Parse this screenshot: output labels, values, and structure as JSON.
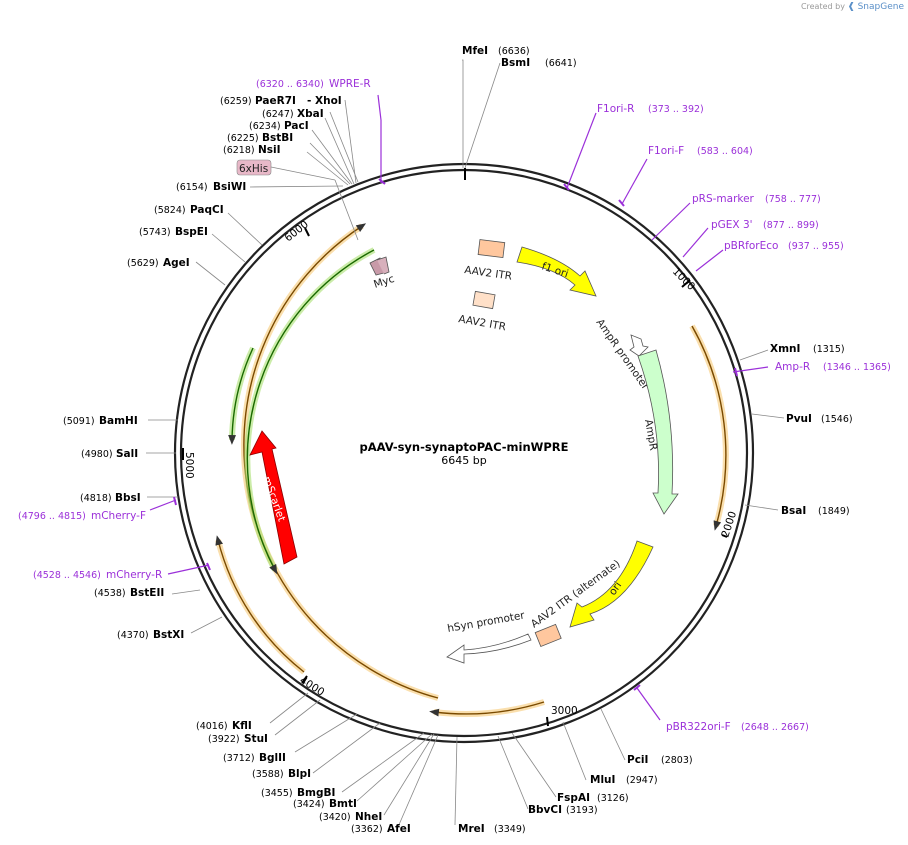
{
  "watermark": {
    "text": "Created by",
    "brand": "SnapGene"
  },
  "plasmid": {
    "name": "pAAV-syn-synaptoPAC-minWPRE",
    "length_label": "6645 bp"
  },
  "ticks": [
    "1000",
    "2000",
    "3000",
    "4000",
    "5000",
    "6000"
  ],
  "sites": {
    "mfei": {
      "name": "MfeI",
      "pos": "(6636)"
    },
    "bsmi": {
      "name": "BsmI",
      "pos": "(6641)"
    },
    "paer7i": {
      "name": "PaeR7I",
      "pos": "(6259)"
    },
    "xhoi": {
      "name": "XhoI",
      "pos": ""
    },
    "xbai": {
      "name": "XbaI",
      "pos": "(6247)"
    },
    "paci": {
      "name": "PacI",
      "pos": "(6234)"
    },
    "bstbi": {
      "name": "BstBI",
      "pos": "(6225)"
    },
    "nsii": {
      "name": "NsiI",
      "pos": "(6218)"
    },
    "bsiwi": {
      "name": "BsiWI",
      "pos": "(6154)"
    },
    "paqci": {
      "name": "PaqCI",
      "pos": "(5824)"
    },
    "bspei": {
      "name": "BspEI",
      "pos": "(5743)"
    },
    "agei": {
      "name": "AgeI",
      "pos": "(5629)"
    },
    "bamhi": {
      "name": "BamHI",
      "pos": "(5091)"
    },
    "sali": {
      "name": "SalI",
      "pos": "(4980)"
    },
    "bbsi": {
      "name": "BbsI",
      "pos": "(4818)"
    },
    "bsteii": {
      "name": "BstEII",
      "pos": "(4538)"
    },
    "bstxi": {
      "name": "BstXI",
      "pos": "(4370)"
    },
    "kfli": {
      "name": "KflI",
      "pos": "(4016)"
    },
    "stui": {
      "name": "StuI",
      "pos": "(3922)"
    },
    "bglii": {
      "name": "BglII",
      "pos": "(3712)"
    },
    "blpi": {
      "name": "BlpI",
      "pos": "(3588)"
    },
    "bmgbi": {
      "name": "BmgBI",
      "pos": "(3455)"
    },
    "bmti": {
      "name": "BmtI",
      "pos": "(3424)"
    },
    "nhei": {
      "name": "NheI",
      "pos": "(3420)"
    },
    "afei": {
      "name": "AfeI",
      "pos": "(3362)"
    },
    "mrei": {
      "name": "MreI",
      "pos": "(3349)"
    },
    "bbvci": {
      "name": "BbvCI",
      "pos": "(3193)"
    },
    "fspai": {
      "name": "FspAI",
      "pos": "(3126)"
    },
    "mlui": {
      "name": "MluI",
      "pos": "(2947)"
    },
    "pcii": {
      "name": "PciI",
      "pos": "(2803)"
    },
    "bsai": {
      "name": "BsaI",
      "pos": "(1849)"
    },
    "pvui": {
      "name": "PvuI",
      "pos": "(1546)"
    },
    "xmni": {
      "name": "XmnI",
      "pos": "(1315)"
    }
  },
  "primers": {
    "wpre_r": {
      "name": "WPRE-R",
      "range": "(6320 .. 6340)"
    },
    "f1ori_r": {
      "name": "F1ori-R",
      "range": "(373 .. 392)"
    },
    "f1ori_f": {
      "name": "F1ori-F",
      "range": "(583 .. 604)"
    },
    "prs_marker": {
      "name": "pRS-marker",
      "range": "(758 .. 777)"
    },
    "pgex3": {
      "name": "pGEX 3'",
      "range": "(877 .. 899)"
    },
    "pbrforeco": {
      "name": "pBRforEco",
      "range": "(937 .. 955)"
    },
    "amp_r": {
      "name": "Amp-R",
      "range": "(1346 .. 1365)"
    },
    "pbr322ori_f": {
      "name": "pBR322ori-F",
      "range": "(2648 .. 2667)"
    },
    "mcherry_f": {
      "name": "mCherry-F",
      "range": "(4796 .. 4815)"
    },
    "mcherry_r": {
      "name": "mCherry-R",
      "range": "(4528 .. 4546)"
    }
  },
  "features": {
    "his6": "6xHis",
    "myc": "Myc",
    "aav2_itr_a": "AAV2 ITR",
    "aav2_itr_b": "AAV2 ITR",
    "f1_ori": "f1 ori",
    "ampr_promoter": "AmpR promoter",
    "ampr": "AmpR",
    "ori": "ori",
    "aav2_itr_alt": "AAV2 ITR (alternate)",
    "hsyn_promoter": "hSyn promoter",
    "mscarlet": "mScarlet"
  },
  "colors": {
    "backbone": "#222222",
    "primer": "#9b30d9",
    "orf": "#f0a830",
    "orf_green": "#2e8b10",
    "f1ori": "#ffff00",
    "ampr": "#ccffcc",
    "itr": "#ffc79e",
    "mscarlet": "#ff0000",
    "his_tag": "#e8b8c8"
  }
}
